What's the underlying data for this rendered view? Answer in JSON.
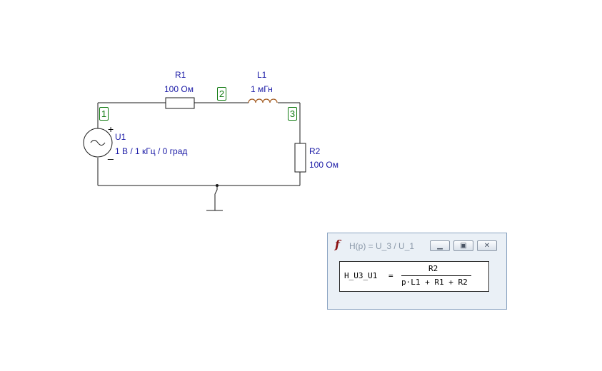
{
  "components": {
    "r1": {
      "name": "R1",
      "value": "100 Ом"
    },
    "l1": {
      "name": "L1",
      "value": "1 мГн"
    },
    "r2": {
      "name": "R2",
      "value": "100 Ом"
    },
    "u1": {
      "name": "U1",
      "value": "1 В / 1 кГц / 0 град",
      "plus": "+",
      "minus": "_"
    }
  },
  "nodes": [
    "1",
    "2",
    "3"
  ],
  "tf_window": {
    "title": "H(p) = U_3 / U_1",
    "icon": "function-f-icon",
    "lhs": "H_U3_U1",
    "equals": "=",
    "numerator": "R2",
    "denominator": "p·L1 + R1 + R2",
    "buttons": {
      "minimize": "minimize-icon",
      "maximize": "maximize-icon",
      "close": "close-icon"
    }
  }
}
